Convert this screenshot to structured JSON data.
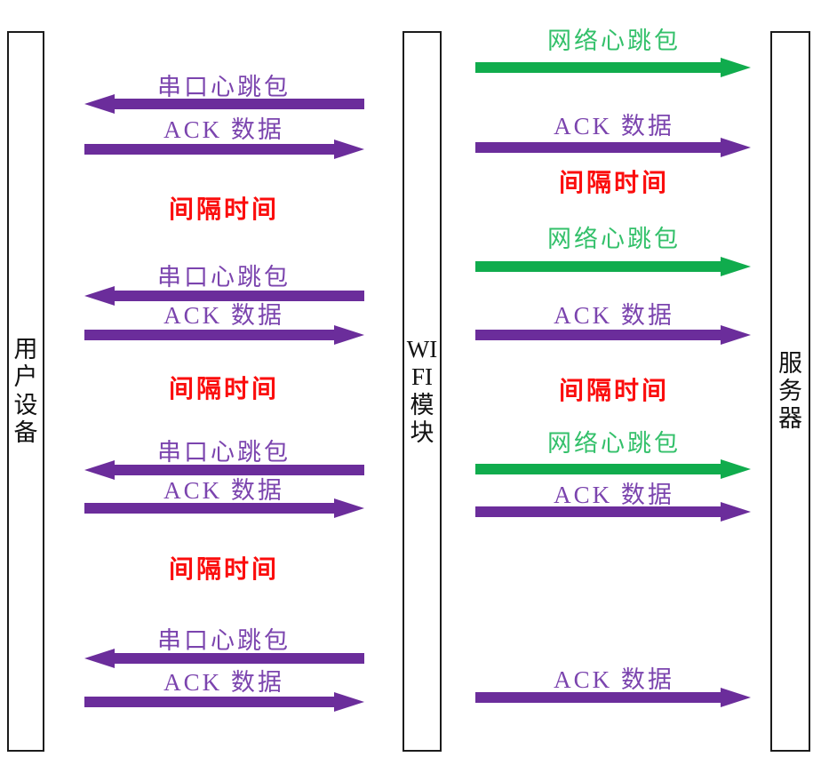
{
  "colors": {
    "purple": "#6B2D9B",
    "purple_text": "#7B44AE",
    "green": "#10AC4D",
    "green_text": "#33C06A",
    "red": "#FB0D0D",
    "border": "#1B1B1B"
  },
  "columns": {
    "user_device": {
      "label": "用户设备"
    },
    "wifi_module": {
      "label": "WIFI模块"
    },
    "server": {
      "label": "服务器"
    }
  },
  "left_lane": [
    {
      "kind": "message",
      "label": "串口心跳包",
      "direction": "left",
      "color": "purple"
    },
    {
      "kind": "message",
      "label": "ACK 数据",
      "direction": "right",
      "color": "purple"
    },
    {
      "kind": "interval",
      "label": "间隔时间"
    },
    {
      "kind": "message",
      "label": "串口心跳包",
      "direction": "left",
      "color": "purple"
    },
    {
      "kind": "message",
      "label": "ACK 数据",
      "direction": "right",
      "color": "purple"
    },
    {
      "kind": "interval",
      "label": "间隔时间"
    },
    {
      "kind": "message",
      "label": "串口心跳包",
      "direction": "left",
      "color": "purple"
    },
    {
      "kind": "message",
      "label": "ACK 数据",
      "direction": "right",
      "color": "purple"
    },
    {
      "kind": "interval",
      "label": "间隔时间"
    },
    {
      "kind": "message",
      "label": "串口心跳包",
      "direction": "left",
      "color": "purple"
    },
    {
      "kind": "message",
      "label": "ACK 数据",
      "direction": "right",
      "color": "purple"
    }
  ],
  "right_lane": [
    {
      "kind": "message",
      "label": "网络心跳包",
      "direction": "right",
      "color": "green"
    },
    {
      "kind": "message",
      "label": "ACK 数据",
      "direction": "right",
      "color": "purple"
    },
    {
      "kind": "interval",
      "label": "间隔时间"
    },
    {
      "kind": "message",
      "label": "网络心跳包",
      "direction": "right",
      "color": "green"
    },
    {
      "kind": "message",
      "label": "ACK 数据",
      "direction": "right",
      "color": "purple"
    },
    {
      "kind": "interval",
      "label": "间隔时间"
    },
    {
      "kind": "message",
      "label": "网络心跳包",
      "direction": "right",
      "color": "green"
    },
    {
      "kind": "message",
      "label": "ACK 数据",
      "direction": "right",
      "color": "purple"
    },
    {
      "kind": "message",
      "label": "ACK 数据",
      "direction": "right",
      "color": "purple"
    }
  ]
}
